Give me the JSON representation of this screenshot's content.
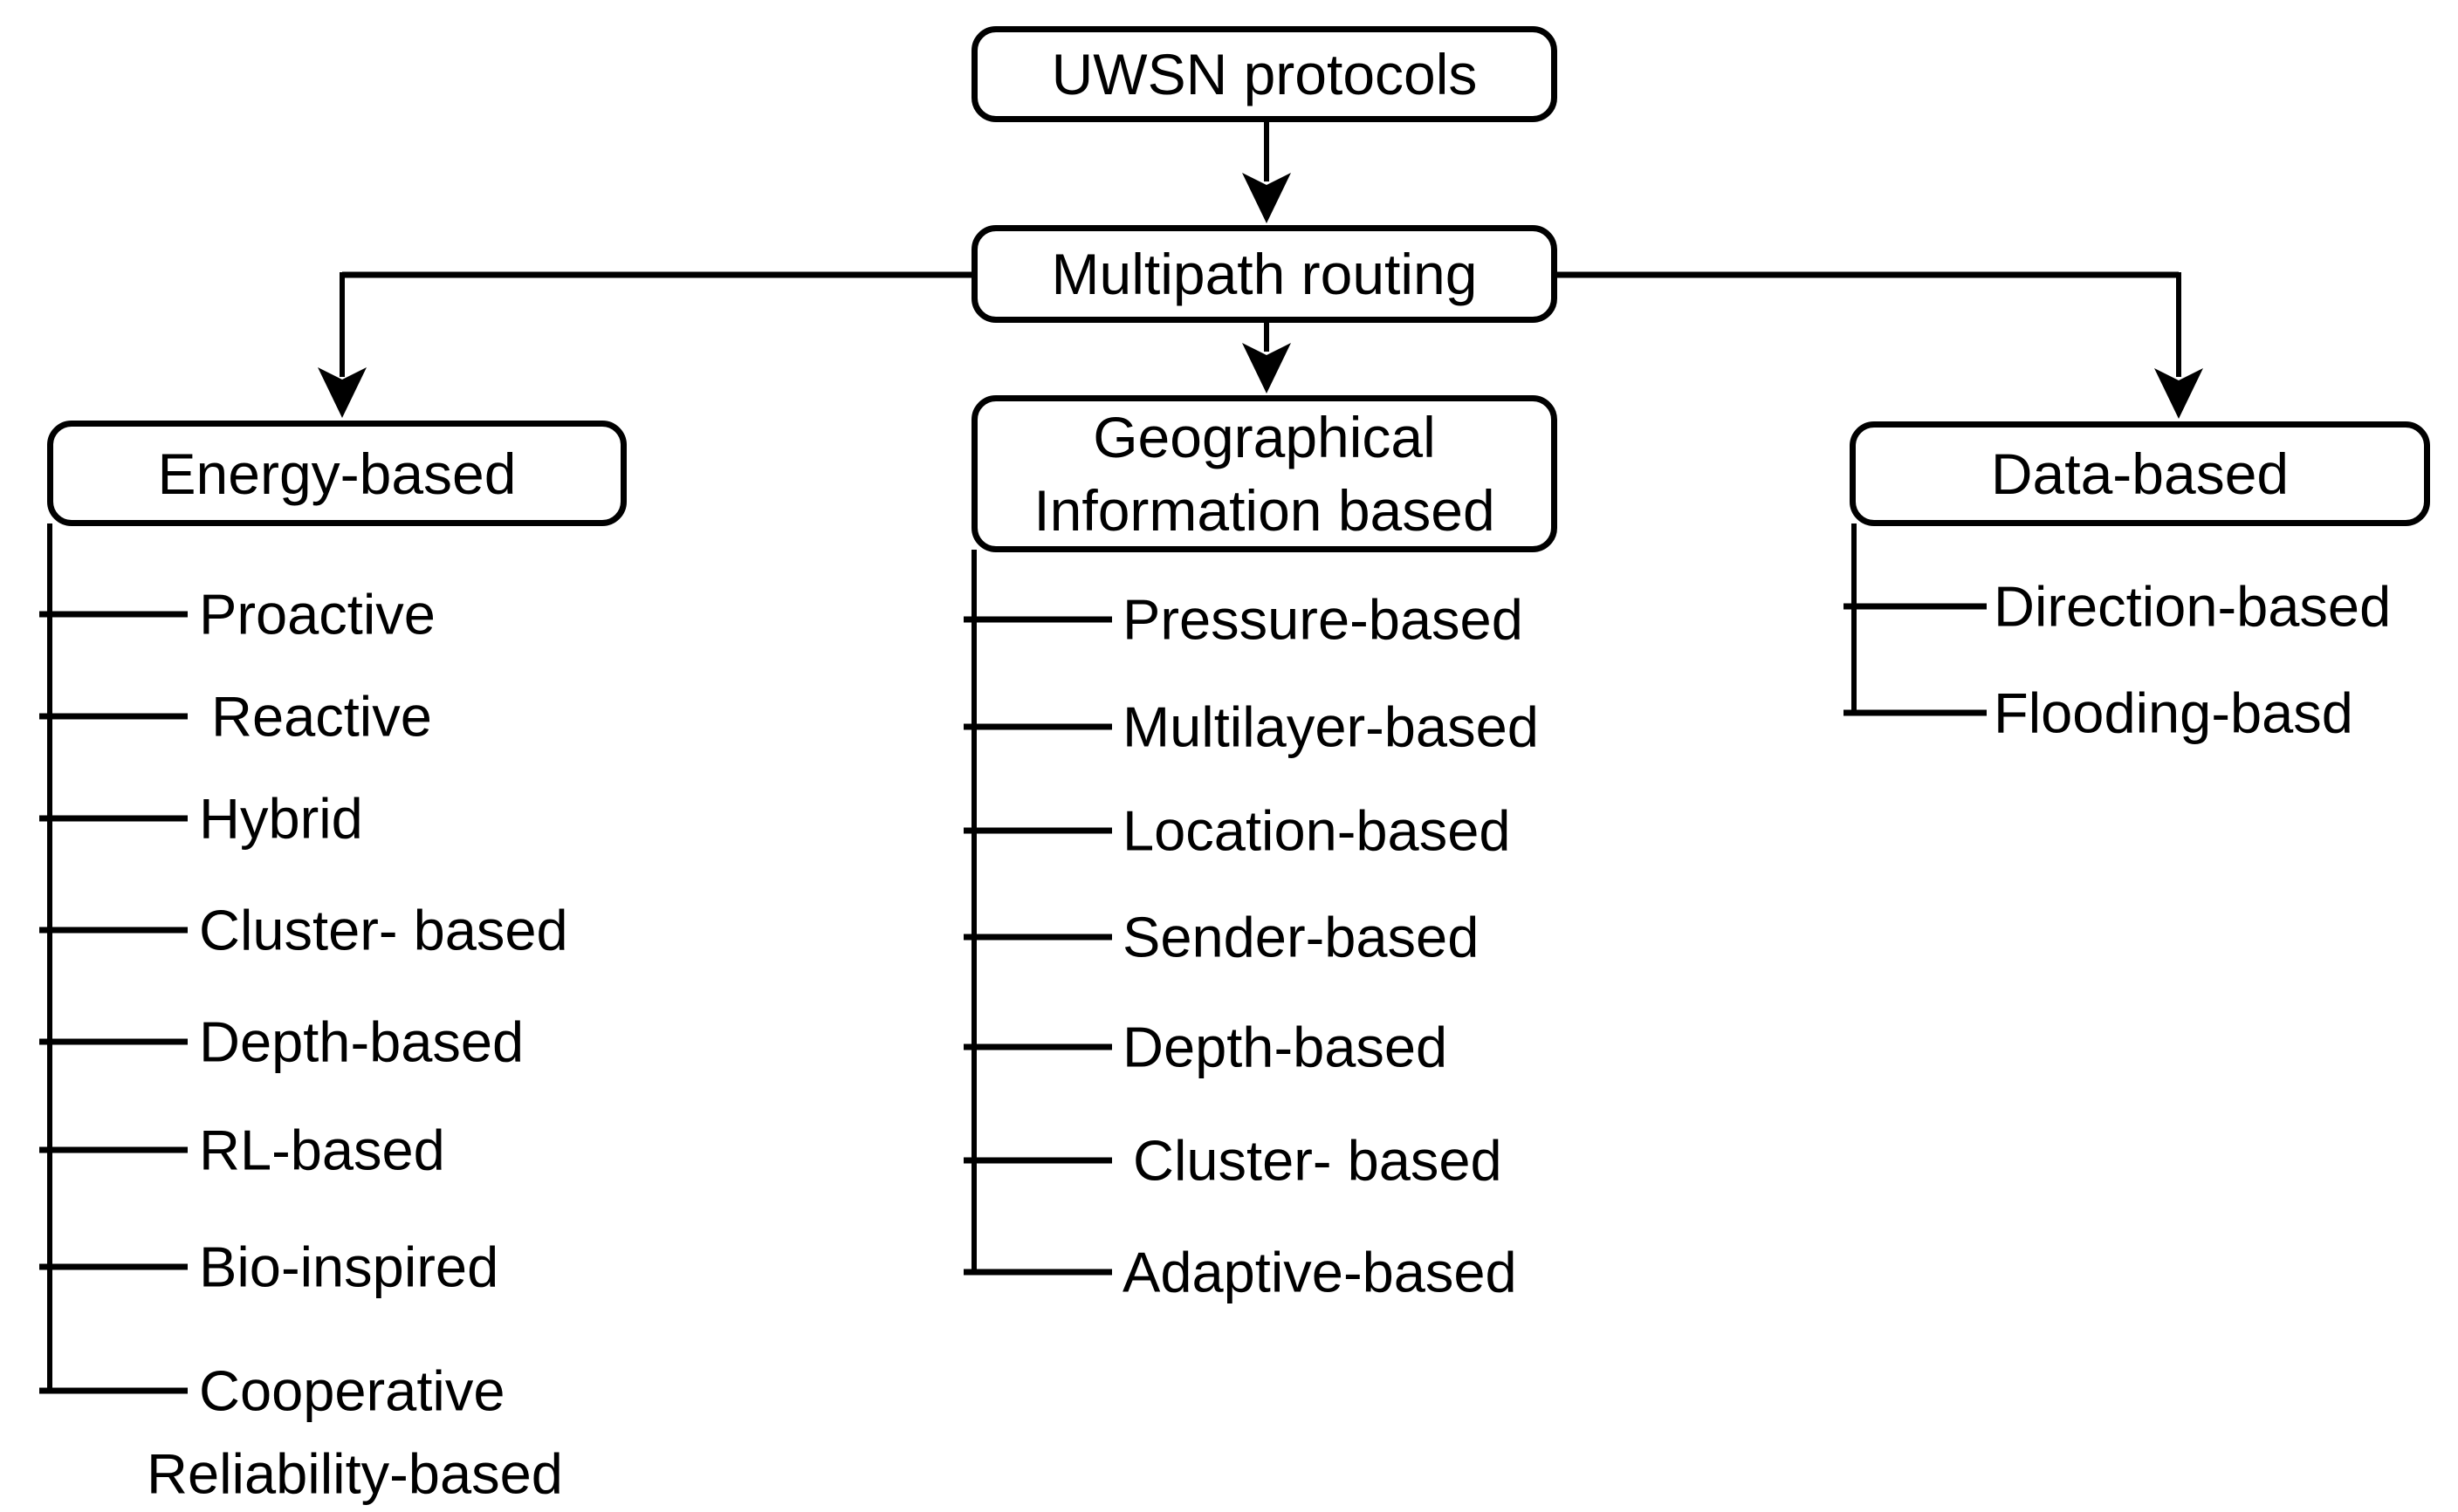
{
  "nodes": {
    "root": "UWSN protocols",
    "level2": "Multipath routing"
  },
  "columns": [
    {
      "header_lines": [
        "Energy-based"
      ],
      "items": [
        "Proactive",
        "Reactive",
        "Hybrid",
        "Cluster- based",
        "Depth-based",
        "RL-based",
        "Bio-inspired",
        "Cooperative"
      ],
      "last_item_second_line": "Reliability-based"
    },
    {
      "header_lines": [
        "Geographical",
        "Information based"
      ],
      "items": [
        "Pressure-based",
        "Multilayer-based",
        "Location-based",
        "Sender-based",
        "Depth-based",
        "Cluster- based",
        "Adaptive-based"
      ]
    },
    {
      "header_lines": [
        "Data-based"
      ],
      "items": [
        "Direction-based",
        "Flooding-basd"
      ]
    }
  ],
  "colors": {
    "ink": "#000000",
    "paper": "#ffffff"
  }
}
